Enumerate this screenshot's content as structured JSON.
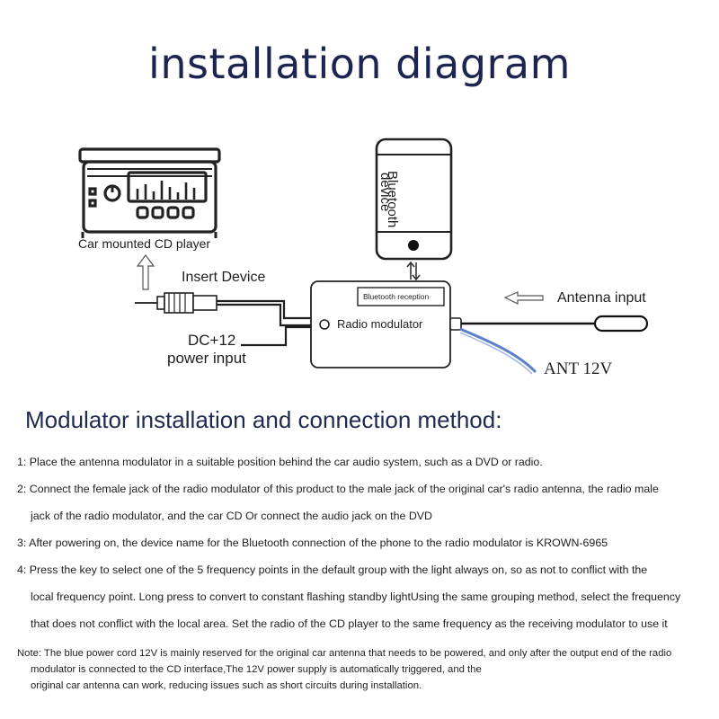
{
  "title": "installation diagram",
  "labels": {
    "cd_player": "Car mounted CD player",
    "insert_device": "Insert Device",
    "dc_line1": "DC+12",
    "dc_line2": "power input",
    "bt_device_line1": "Bluetooth",
    "bt_device_line2": "device",
    "bt_reception": "Bluetooth reception",
    "radio_modulator": "Radio modulator",
    "antenna_input": "Antenna input",
    "ant_12v": "ANT 12V"
  },
  "section_heading": "Modulator installation and connection method:",
  "steps": [
    "1: Place the antenna modulator in a suitable position behind the car audio system, such as a DVD or radio.",
    "2: Connect the female jack of the radio modulator of this product to the male jack of the original car's radio antenna, the radio male",
    "jack of the radio modulator, and the car CD Or connect the audio jack on the DVD",
    "3: After powering on, the device name for the Bluetooth connection of the phone to the radio modulator is KROWN-6965",
    "4: Press the key to select one of the 5 frequency points in the default group with the light always on, so as not to conflict with the",
    "local frequency point. Long press to convert to constant flashing standby lightUsing the same grouping method, select the frequency",
    "that does not conflict with the local area. Set the radio of the CD player to the same frequency as the receiving modulator to use it"
  ],
  "note": [
    "Note: The blue power cord 12V is mainly reserved for the original car antenna that needs to be powered, and only after the output end of the radio",
    "modulator is connected to the CD interface,The 12V power supply is automatically triggered, and the",
    "original car antenna can work, reducing issues such as short circuits during installation."
  ],
  "colors": {
    "title": "#1c2551",
    "heading": "#1f2a50",
    "blue_wire": "#5b7fc9"
  },
  "icons": [
    "cd-player-icon",
    "up-arrow-icon",
    "antenna-plug-icon",
    "bluetooth-phone-icon",
    "bidirectional-arrow-icon",
    "left-arrow-icon",
    "antenna-rod-icon"
  ]
}
